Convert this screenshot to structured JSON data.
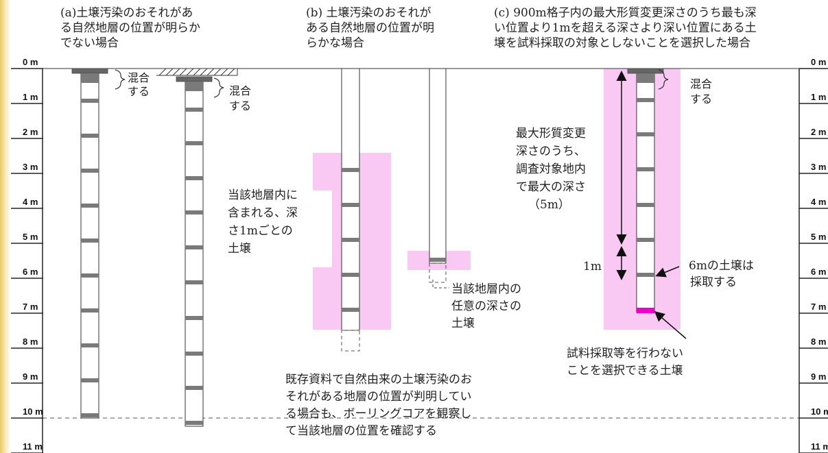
{
  "captions": {
    "a": [
      "(a)土壌汚染のおそれがあ",
      "る自然地層の位置が明らか",
      "でない場合"
    ],
    "b": [
      "(b) 土壌汚染のおそれが",
      "ある自然地層の位置が明",
      "らかな場合"
    ],
    "c": [
      "(c) 900m格子内の最大形質変更深さのうち最も深",
      "い位置より1mを超える深さより深い位置にある土",
      "壌を試料採取の対象としないことを選択した場合"
    ]
  },
  "depth_scale": [
    "0 m",
    "1 m",
    "2 m",
    "3 m",
    "4 m",
    "5 m",
    "6 m",
    "7 m",
    "8 m",
    "9 m",
    "10 m",
    "11 m"
  ],
  "labels": {
    "mix_1": [
      "混合",
      "する"
    ],
    "mix_2": [
      "混合",
      "する"
    ],
    "mix_3": [
      "混合",
      "する"
    ],
    "layer_soil": [
      "当該地層内に",
      "含まれる、深",
      "さ1mごとの",
      "土壌"
    ],
    "any_depth": [
      "当該地層内の",
      "任意の深さの",
      "土壌"
    ],
    "existing_data": [
      "既存資料で自然由来の土壌汚染のお",
      "それがある地層の位置が判明してい",
      "る場合も、ボーリングコアを観察し",
      "て当該地層の位置を確認する"
    ],
    "max_depth": [
      "最大形質変更",
      "深さのうち、",
      "調査対象地内",
      "で最大の深さ",
      "（5m）"
    ],
    "one_m": "1m",
    "take_6m": [
      "6mの土壌は",
      "採取する"
    ],
    "no_sample": [
      "試料採取等を行わない",
      "ことを選択できる土壌"
    ]
  },
  "colors": {
    "pink_zone": "#f9c8f3",
    "magenta_sample": "#ee00cc",
    "sample_gray": "#7a7a7a",
    "line": "#333333"
  }
}
